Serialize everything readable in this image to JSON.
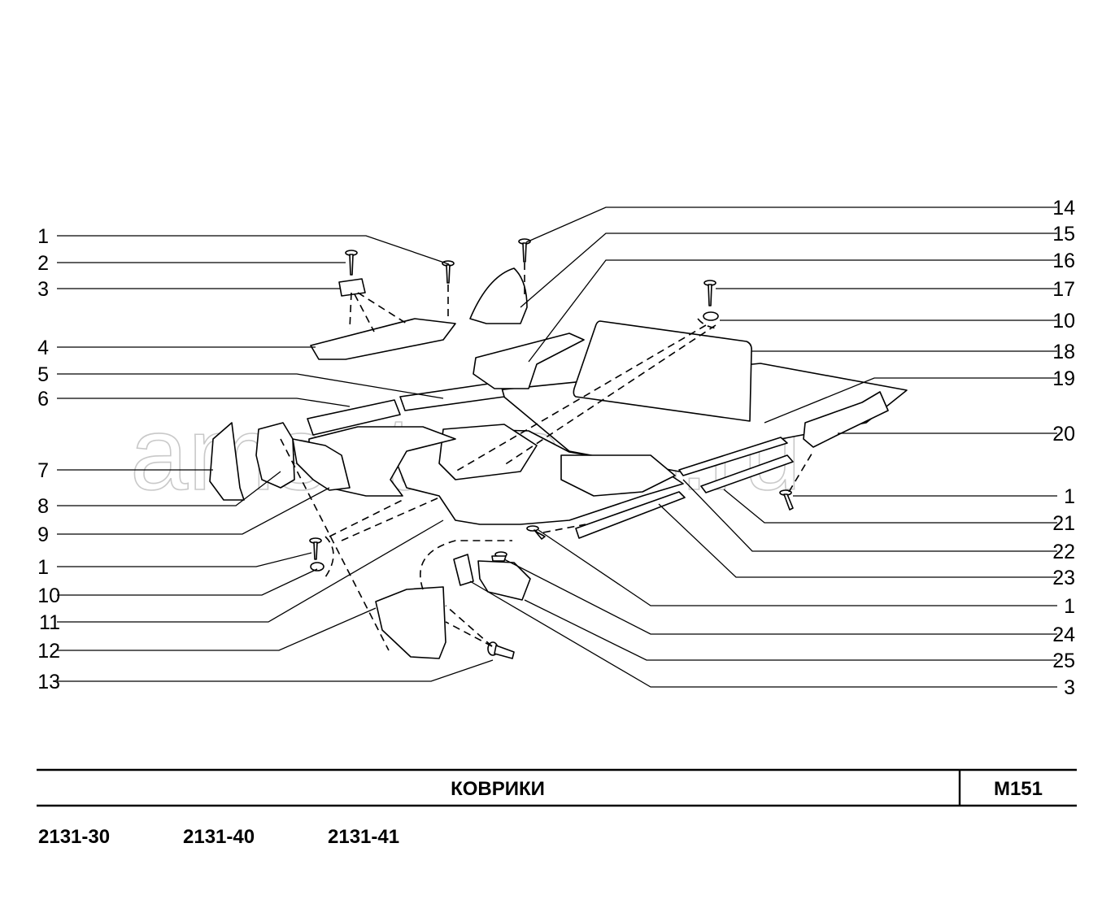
{
  "colors": {
    "ink": "#000000",
    "background": "#ffffff",
    "watermark": "#c9c9c9"
  },
  "watermark": "amsat-parts.ru",
  "title_block": {
    "title": "КОВРИКИ",
    "code": "M151",
    "models": [
      "2131-30",
      "2131-40",
      "2131-41"
    ]
  },
  "callouts": {
    "left": [
      "1",
      "2",
      "3",
      "4",
      "5",
      "6",
      "7",
      "8",
      "9",
      "1",
      "10",
      "11",
      "12",
      "13"
    ],
    "right": [
      "14",
      "15",
      "16",
      "17",
      "10",
      "18",
      "19",
      "20",
      "1",
      "21",
      "22",
      "23",
      "1",
      "24",
      "25",
      "3"
    ]
  }
}
